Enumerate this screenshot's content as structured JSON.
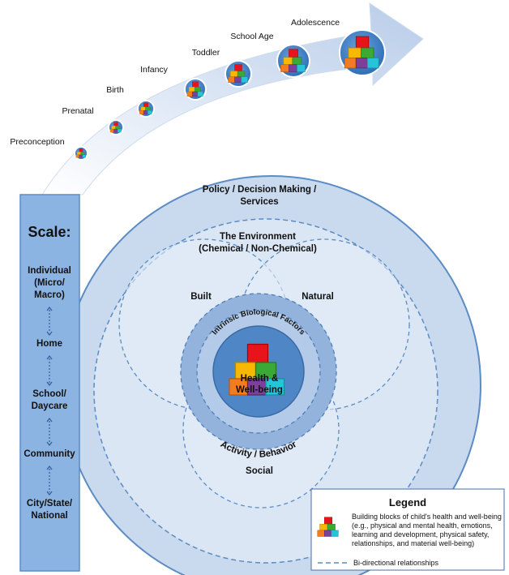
{
  "timeline": {
    "stages": [
      "Preconception",
      "Prenatal",
      "Birth",
      "Infancy",
      "Toddler",
      "School Age",
      "Adolescence"
    ]
  },
  "scale": {
    "title": "Scale:",
    "levels": [
      [
        "Individual",
        "(Micro/",
        "Macro)"
      ],
      [
        "Home"
      ],
      [
        "School/",
        "Daycare"
      ],
      [
        "Community"
      ],
      [
        "City/State/",
        "National"
      ]
    ]
  },
  "circles": {
    "policy": [
      "Policy / Decision Making /",
      "Services"
    ],
    "environment": [
      "The Environment",
      "(Chemical / Non-Chemical)"
    ],
    "built": "Built",
    "natural": "Natural",
    "social": "Social",
    "intrinsic": "Intrinsic Biological Factors",
    "activity": "Activity / Behavior",
    "center": [
      "Health &",
      "Well-being"
    ]
  },
  "legend": {
    "title": "Legend",
    "blocks_text": [
      "Building blocks of child's health and well-being",
      "(e.g., physical and mental health, emotions,",
      "learning and development, physical safety,",
      "relationships, and material well-being)"
    ],
    "line_text": "Bi-directional relationships"
  },
  "colors": {
    "outer_circle": "#c9d9ee",
    "circle_stroke": "#5b8cc4",
    "inner_ring": "#93b3dc",
    "core": "#4f86c6",
    "scale_bar": "#8cb4e2",
    "block_red": "#e8141c",
    "block_green": "#3aa935",
    "block_yellow": "#f6b800",
    "block_orange": "#f47c20",
    "block_purple": "#7d3f98",
    "block_cyan": "#27c4d9"
  }
}
